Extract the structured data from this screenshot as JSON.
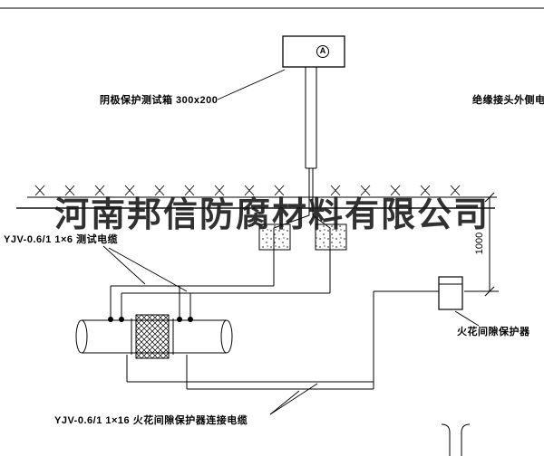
{
  "labels": {
    "test_box": "阴极保护测试箱 300x200",
    "outer_cable": "绝缘接头外侧电缆",
    "test_cable": "YJV-0.6/1 1×6  测试电缆",
    "protector_cable": "YJV-0.6/1 1×16  火花间隙保护器连接电缆",
    "protector": "火花间隙保护器",
    "dimension_value": "1000",
    "ammeter_letter": "A"
  },
  "watermark": {
    "text": "河南邦信防腐材料有限公司"
  },
  "colors": {
    "line": "#000000",
    "watermark": "#151515",
    "background": "#ffffff"
  }
}
